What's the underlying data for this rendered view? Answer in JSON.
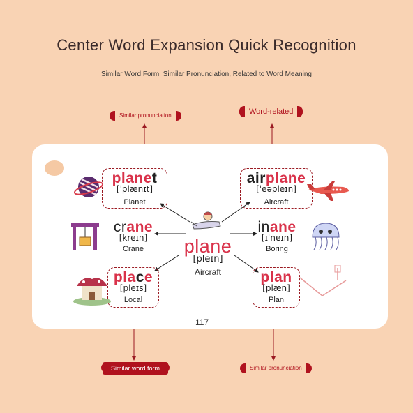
{
  "header": {
    "title": "Center Word Expansion Quick Recognition",
    "subtitle": "Similar Word Form, Similar Pronunciation, Related to Word Meaning"
  },
  "tags": {
    "top_left": "Similar pronunciation",
    "top_right": "Word-related",
    "bottom_left": "Similar word form",
    "bottom_right": "Similar pronunciation"
  },
  "center": {
    "word_red": "plane",
    "ipa": "[pleɪn]",
    "meaning": "Aircraft"
  },
  "words": {
    "planet": {
      "red": "plane",
      "black": "t",
      "ipa": "[ˈplænɪt]",
      "meaning": "Planet"
    },
    "airplane": {
      "black": "air",
      "red": "plane",
      "ipa": "[ˈeəpleɪn]",
      "meaning": "Aircraft"
    },
    "crane": {
      "black": "cr",
      "red": "ane",
      "ipa": "[kreɪn]",
      "meaning": "Crane"
    },
    "inane": {
      "black": "in",
      "red": "ane",
      "ipa": "[ɪˈneɪn]",
      "meaning": "Boring"
    },
    "place": {
      "red": "pla",
      "black": "c",
      "red2": "e",
      "ipa": "[pleɪs]",
      "meaning": "Local"
    },
    "plan": {
      "red": "plan",
      "ipa": "[plæn]",
      "meaning": "Plan"
    }
  },
  "page_number": "117",
  "icons": [
    "planet-icon",
    "airplane-icon",
    "crane-icon",
    "jellyfish-icon",
    "mushroom-house-icon",
    "plan-book-icon",
    "pilot-plane-icon"
  ]
}
